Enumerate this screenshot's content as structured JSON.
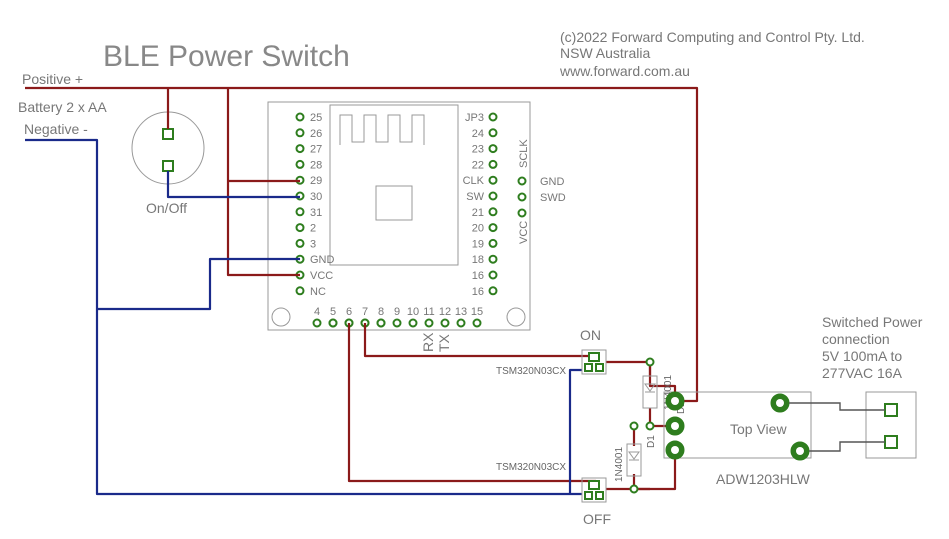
{
  "title": "BLE Power Switch",
  "copyright": {
    "line1": "(c)2022 Forward Computing and Control Pty. Ltd.",
    "line2": "NSW Australia",
    "line3": "www.forward.com.au"
  },
  "battery": {
    "positive": "Positive +",
    "name": "Battery 2 x AA",
    "negative": "Negative -"
  },
  "switch_label": "On/Off",
  "module": {
    "left_pins": [
      "25",
      "26",
      "27",
      "28",
      "29",
      "30",
      "31",
      "2",
      "3",
      "GND",
      "VCC",
      "NC"
    ],
    "right_pins": [
      "JP3",
      "24",
      "23",
      "22",
      "CLK",
      "SW",
      "21",
      "20",
      "19",
      "18",
      "16",
      "16"
    ],
    "bottom_pins": [
      "4",
      "5",
      "6",
      "7",
      "8",
      "9",
      "10",
      "11",
      "12",
      "13",
      "15"
    ],
    "swd_labels": [
      "GND",
      "SWD"
    ],
    "sclk": "SCLK",
    "vcc": "VCC",
    "rx": "RX",
    "tx": "TX"
  },
  "mosfets": {
    "on_label": "ON",
    "off_label": "OFF",
    "part_top": "TSM320N03CX",
    "part_bottom": "TSM320N03CX"
  },
  "diodes": {
    "d1_part": "1N4001",
    "d1_ref": "D1",
    "d2_part": "1N4001",
    "d2_ref": "D2"
  },
  "relay": {
    "view_label": "Top View",
    "part": "ADW1203HLW"
  },
  "load": {
    "line1": "Switched Power",
    "line2": "connection",
    "line3": "5V 100mA to",
    "line4": "277VAC 16A"
  },
  "colors": {
    "positive_wire": "#8B1A1A",
    "negative_wire": "#1a2a8a",
    "pad": "#2e7d1e"
  }
}
